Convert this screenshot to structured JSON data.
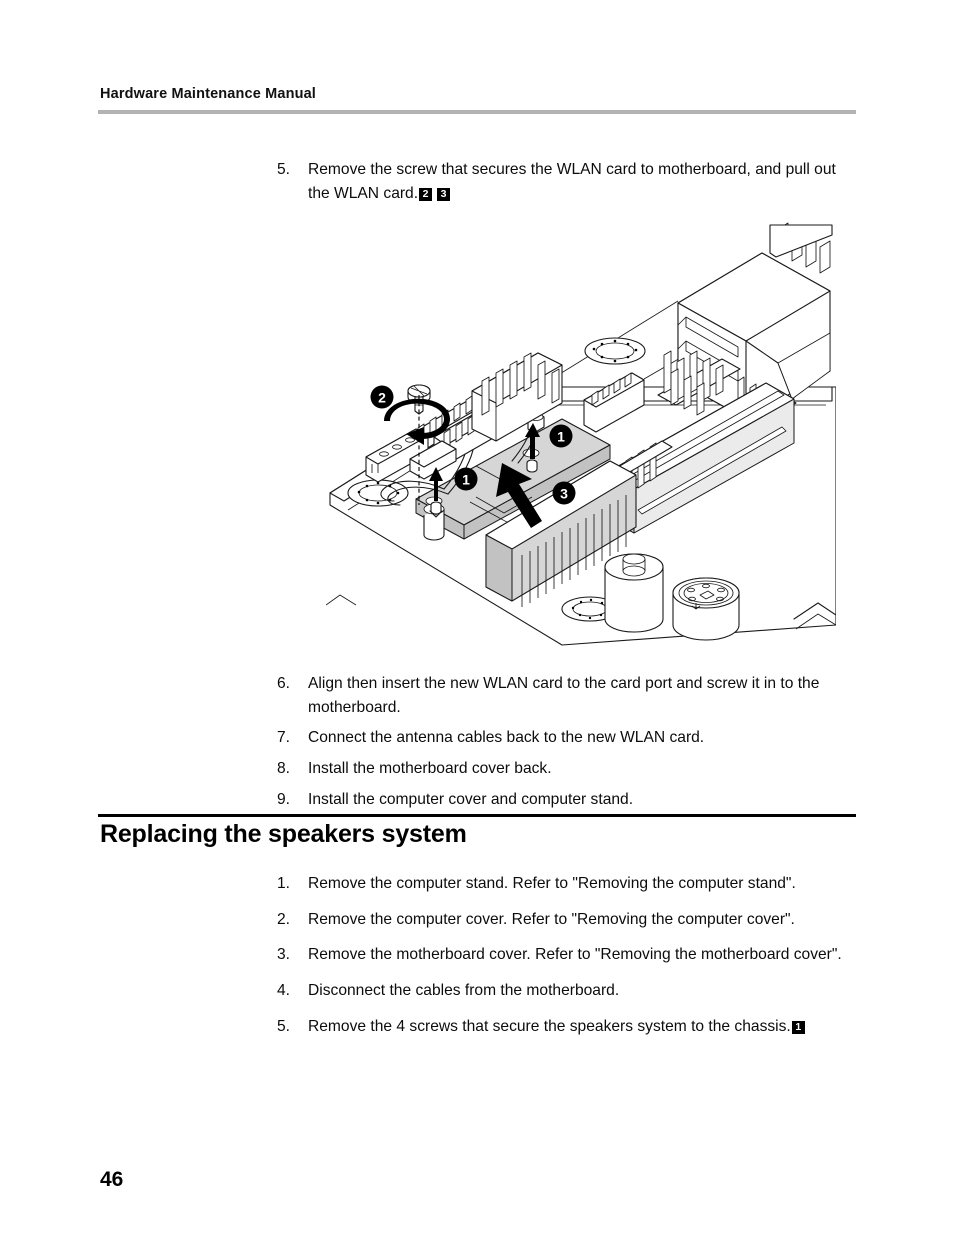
{
  "header": {
    "running_title": "Hardware Maintenance Manual"
  },
  "upper_steps": [
    {
      "num": "5.",
      "text": "Remove the screw that secures the WLAN card to motherboard, and pull out the WLAN card.",
      "badges": [
        "2",
        "3"
      ]
    }
  ],
  "lower_steps": [
    {
      "num": "6.",
      "text": "Align then insert the new WLAN card to the card port and screw it in to the motherboard.",
      "badges": []
    },
    {
      "num": "7.",
      "text": "Connect the antenna cables back to the new WLAN card.",
      "badges": []
    },
    {
      "num": "8.",
      "text": "Install the motherboard cover back.",
      "badges": []
    },
    {
      "num": "9.",
      "text": "Install the computer cover and computer stand.",
      "badges": []
    }
  ],
  "section": {
    "title": "Replacing the speakers system"
  },
  "section_steps": [
    {
      "num": "1.",
      "text": "Remove the computer stand. Refer to \"Removing the computer stand\".",
      "badges": []
    },
    {
      "num": "2.",
      "text": "Remove the computer cover. Refer to \"Removing the computer cover\".",
      "badges": []
    },
    {
      "num": "3.",
      "text": "Remove the motherboard cover. Refer to \"Removing the motherboard cover\".",
      "badges": []
    },
    {
      "num": "4.",
      "text": "Disconnect the cables from the motherboard.",
      "badges": []
    },
    {
      "num": "5.",
      "text": "Remove the 4 screws that secure the speakers system to the chassis.",
      "badges": [
        "1"
      ]
    }
  ],
  "figure": {
    "caption": "Isometric exploded view of motherboard showing WLAN card removal",
    "callouts": [
      {
        "label": "1",
        "meaning": "antenna-cable-left"
      },
      {
        "label": "1",
        "meaning": "antenna-cable-right"
      },
      {
        "label": "2",
        "meaning": "screw-removal"
      },
      {
        "label": "3",
        "meaning": "wlan-card-pull-out"
      }
    ],
    "colors": {
      "outline": "#1a1a1a",
      "card_fill": "#d4d4d4",
      "board_fill": "#ffffff",
      "callout_fill": "#000000"
    }
  },
  "footer": {
    "page_number": "46"
  }
}
